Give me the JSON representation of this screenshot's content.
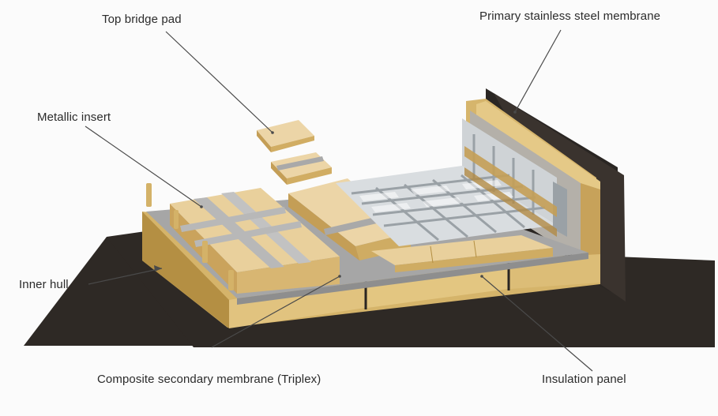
{
  "labels": {
    "top_bridge_pad": "Top bridge pad",
    "primary_membrane": "Primary stainless steel membrane",
    "metallic_insert": "Metallic insert",
    "inner_hull": "Inner hull",
    "secondary_membrane": "Composite secondary membrane (Triplex)",
    "insulation_panel": "Insulation panel"
  },
  "colors": {
    "hull": "#2e2925",
    "foam": "#e1c37f",
    "foam_dark": "#b48f43",
    "plywood": "#ecd5a7",
    "triplex": "#a6a6a6",
    "steel": "#d9dde0",
    "steel_dark": "#9aa1a6",
    "leader": "#4a4a4a"
  }
}
